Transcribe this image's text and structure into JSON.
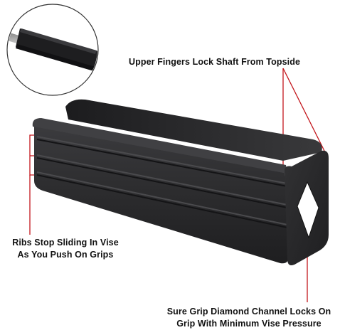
{
  "callouts": {
    "upper_fingers": "Upper Fingers Lock Shaft From Topside",
    "ribs_line1": "Ribs Stop Sliding In Vise",
    "ribs_line2": "As You Push On Grips",
    "diamond_line1": "Sure Grip Diamond Channel Locks On",
    "diamond_line2": "Grip With Minimum Vise Pressure"
  },
  "colors": {
    "background": "#ffffff",
    "product": "#2a2a2c",
    "callout_line": "#c4161c",
    "text": "#111111"
  },
  "icons": {
    "inset": "shaft-in-vise-pad-inset",
    "product": "rubber-vise-pad-photo"
  }
}
